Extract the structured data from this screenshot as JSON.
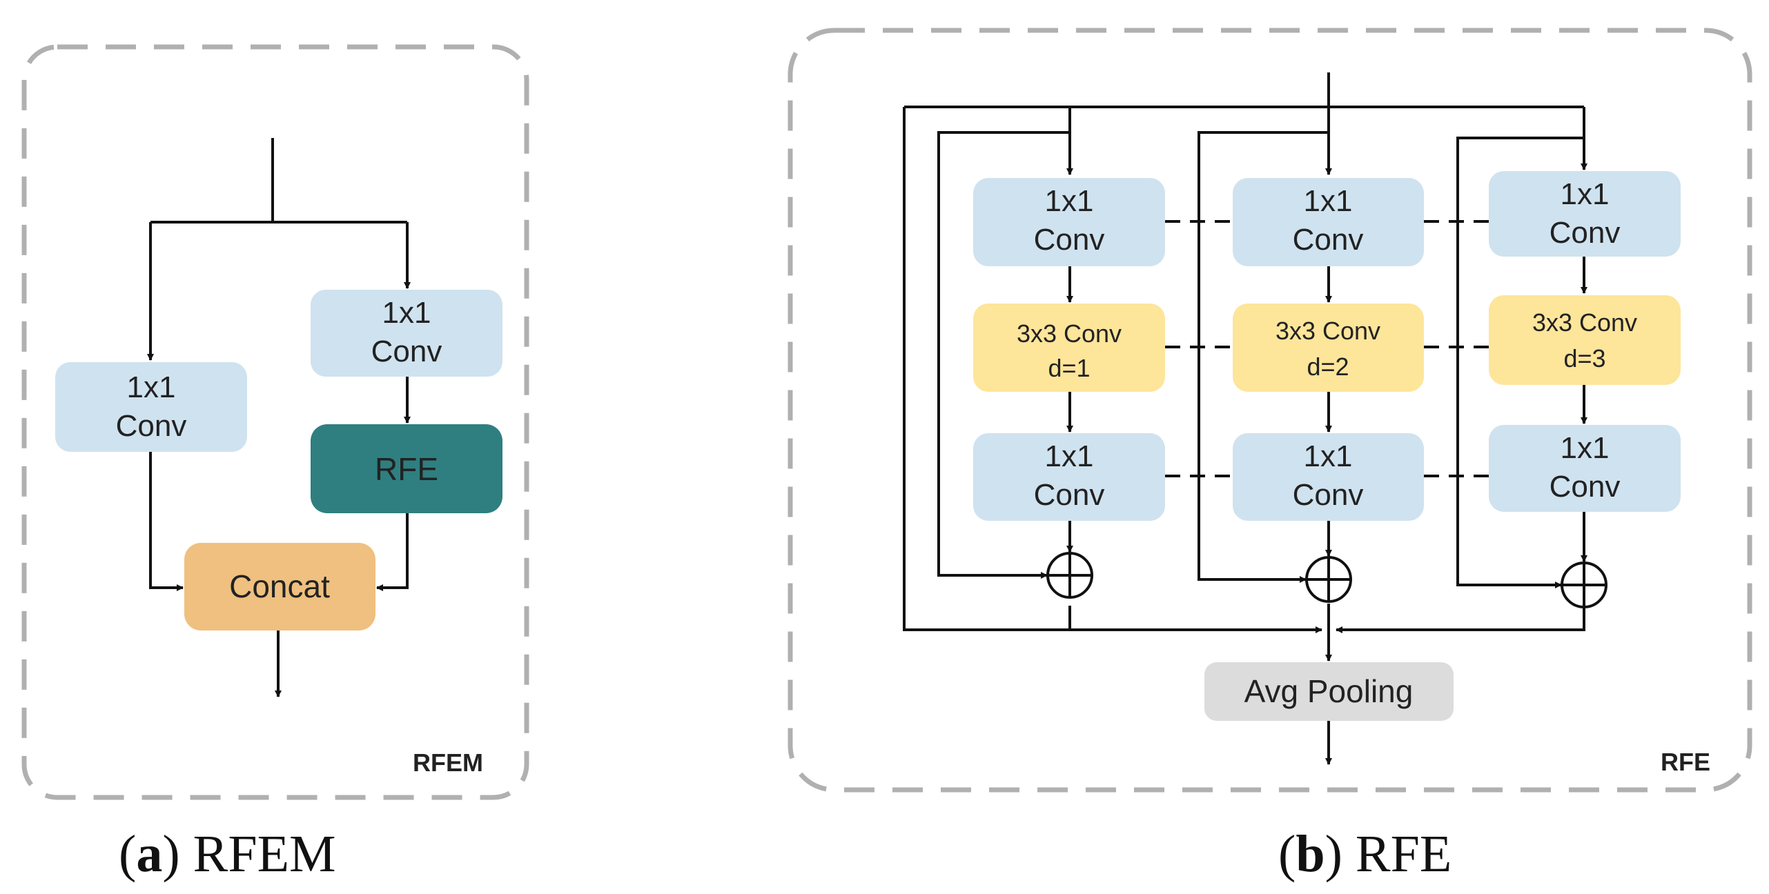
{
  "colors": {
    "conv_fill": "#cfe2ef",
    "dilated_fill": "#fde59a",
    "rfe_fill": "#2f7f80",
    "concat_fill": "#efc07f",
    "pool_fill": "#dcdcdc",
    "dash": "#b0b0b0",
    "line": "#111111"
  },
  "panel_a": {
    "tag": "RFEM",
    "caption_letter": "a",
    "caption_text": "RFEM",
    "left_conv": {
      "line1": "1x1",
      "line2": "Conv"
    },
    "right_conv": {
      "line1": "1x1",
      "line2": "Conv"
    },
    "rfe": "RFE",
    "concat": "Concat"
  },
  "panel_b": {
    "tag": "RFE",
    "caption_letter": "b",
    "caption_text": "RFE",
    "branches": [
      {
        "top": {
          "line1": "1x1",
          "line2": "Conv"
        },
        "mid": {
          "line1": "3x3 Conv",
          "line2": "d=1"
        },
        "bot": {
          "line1": "1x1",
          "line2": "Conv"
        }
      },
      {
        "top": {
          "line1": "1x1",
          "line2": "Conv"
        },
        "mid": {
          "line1": "3x3 Conv",
          "line2": "d=2"
        },
        "bot": {
          "line1": "1x1",
          "line2": "Conv"
        }
      },
      {
        "top": {
          "line1": "1x1",
          "line2": "Conv"
        },
        "mid": {
          "line1": "3x3 Conv",
          "line2": "d=3"
        },
        "bot": {
          "line1": "1x1",
          "line2": "Conv"
        }
      }
    ],
    "pool": "Avg Pooling"
  }
}
